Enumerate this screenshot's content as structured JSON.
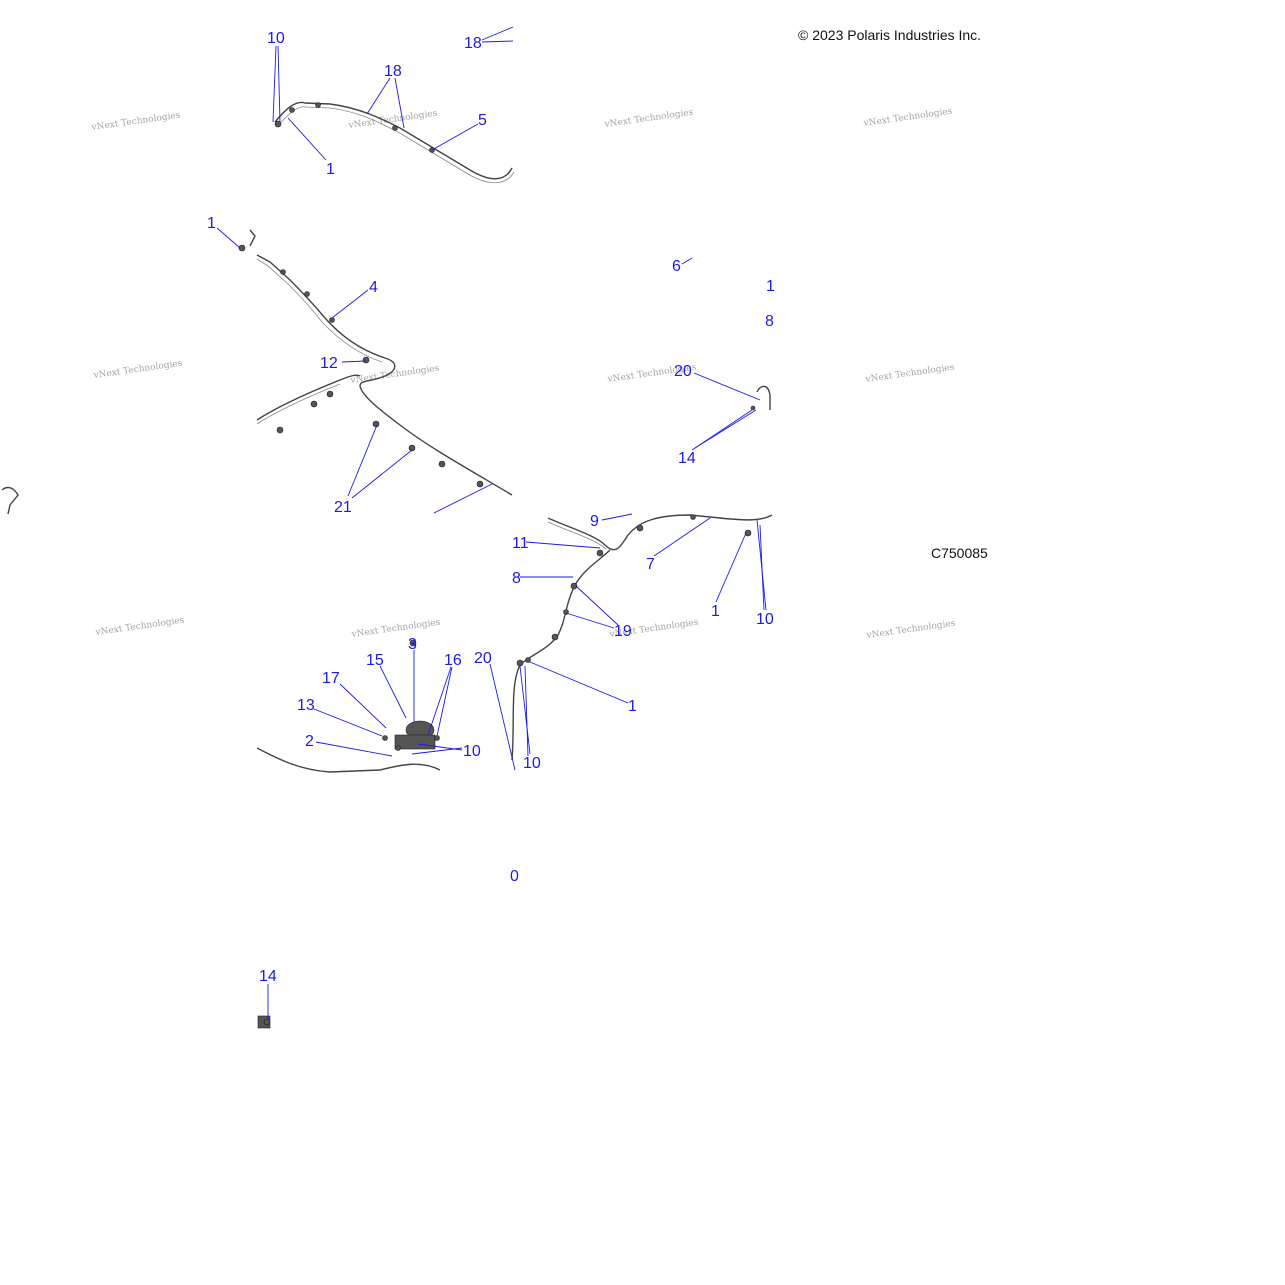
{
  "meta": {
    "copyright": "© 2023 Polaris Industries Inc.",
    "figure_code": "C750085",
    "watermark": "vNext Technologies"
  },
  "colors": {
    "callout": "#1a1af0",
    "line": "#444444",
    "background": "#ffffff"
  },
  "callouts": [
    "10",
    "18",
    "18",
    "5",
    "1",
    "1",
    "4",
    "6",
    "1",
    "8",
    "12",
    "20",
    "14",
    "21",
    "9",
    "11",
    "7",
    "8",
    "1",
    "10",
    "19",
    "20",
    "1",
    "3",
    "15",
    "16",
    "17",
    "13",
    "2",
    "10",
    "10",
    "0",
    "14"
  ]
}
